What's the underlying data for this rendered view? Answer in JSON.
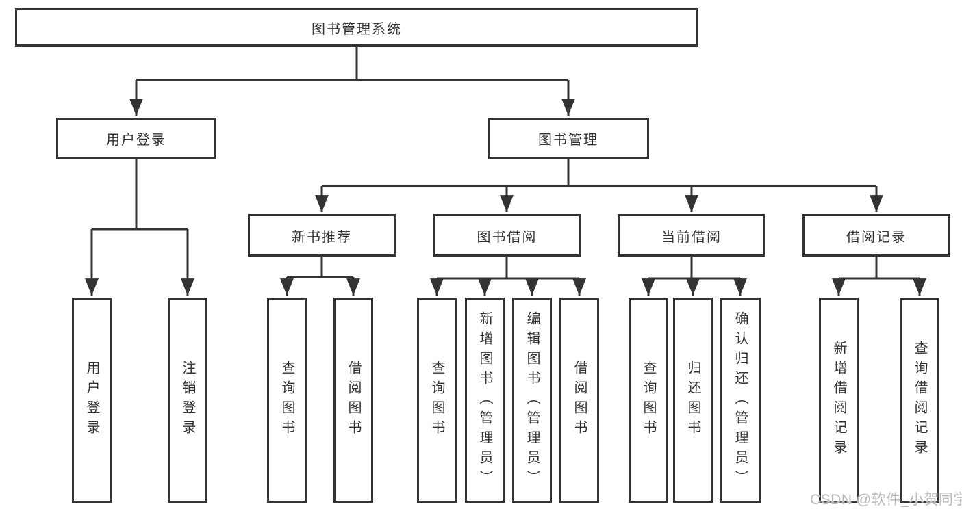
{
  "tree": {
    "label": "图书管理系统",
    "children": [
      {
        "label": "用户登录",
        "children": [
          {
            "label": "用户登录"
          },
          {
            "label": "注销登录"
          }
        ]
      },
      {
        "label": "图书管理",
        "children": [
          {
            "label": "新书推荐",
            "children": [
              {
                "label": "查询图书"
              },
              {
                "label": "借阅图书"
              }
            ]
          },
          {
            "label": "图书借阅",
            "children": [
              {
                "label": "查询图书"
              },
              {
                "label": "新增图书（管理员）"
              },
              {
                "label": "编辑图书（管理员）"
              },
              {
                "label": "借阅图书"
              }
            ]
          },
          {
            "label": "当前借阅",
            "children": [
              {
                "label": "查询图书"
              },
              {
                "label": "归还图书"
              },
              {
                "label": "确认归还（管理员）"
              }
            ]
          },
          {
            "label": "借阅记录",
            "children": [
              {
                "label": "新增借阅记录"
              },
              {
                "label": "查询借阅记录"
              }
            ]
          }
        ]
      }
    ]
  },
  "watermark": {
    "text": "CSDN @软件_小贺同学"
  },
  "colors": {
    "line": "#333333",
    "border": "#333333",
    "text": "#333333",
    "box_background": "#ffffff",
    "watermark": "#b9b9b9",
    "page_background": "#ffffff"
  }
}
